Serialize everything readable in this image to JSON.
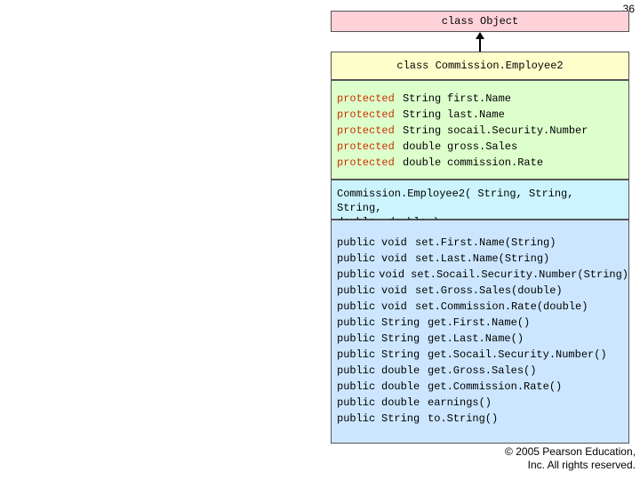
{
  "page_number": "36",
  "superclass": {
    "label": "class Object"
  },
  "class_name": "class Commission.Employee2",
  "fields": [
    {
      "modifier": "protected",
      "type": "String",
      "name": "first.Name"
    },
    {
      "modifier": "protected",
      "type": "String",
      "name": "last.Name"
    },
    {
      "modifier": "protected",
      "type": "String",
      "name": "socail.Security.Number"
    },
    {
      "modifier": "protected",
      "type": "double",
      "name": "gross.Sales"
    },
    {
      "modifier": "protected",
      "type": "double",
      "name": "commission.Rate"
    }
  ],
  "constructor": {
    "line1": "Commission.Employee2( String, String, String,",
    "line2": "double, double )"
  },
  "methods": [
    {
      "modifier": "public",
      "type": "void",
      "signature": "set.First.Name(String)"
    },
    {
      "modifier": "public",
      "type": "void",
      "signature": "set.Last.Name(String)"
    },
    {
      "modifier": "public",
      "type": "void",
      "signature": "set.Socail.Security.Number(String)"
    },
    {
      "modifier": "public",
      "type": "void",
      "signature": "set.Gross.Sales(double)"
    },
    {
      "modifier": "public",
      "type": "void",
      "signature": "set.Commission.Rate(double)"
    },
    {
      "modifier": "public",
      "type": "String",
      "signature": "get.First.Name()"
    },
    {
      "modifier": "public",
      "type": "String",
      "signature": "get.Last.Name()"
    },
    {
      "modifier": "public",
      "type": "String",
      "signature": "get.Socail.Security.Number()"
    },
    {
      "modifier": "public",
      "type": "double",
      "signature": "get.Gross.Sales()"
    },
    {
      "modifier": "public",
      "type": "double",
      "signature": "get.Commission.Rate()"
    },
    {
      "modifier": "public",
      "type": "double",
      "signature": "earnings()"
    },
    {
      "modifier": "public",
      "type": "String",
      "signature": "to.String()"
    }
  ],
  "copyright": {
    "line1": "© 2005 Pearson Education,",
    "line2": "Inc. All rights reserved."
  },
  "colors": {
    "object_box": "#ffd2d8",
    "class_box": "#ffffcc",
    "fields_box": "#ddffcc",
    "constructor_box": "#ccf4ff",
    "methods_box": "#cce6ff",
    "protected_keyword": "#cc3300"
  },
  "icons": {
    "inheritance_arrow": "inheritance-arrow-icon"
  }
}
